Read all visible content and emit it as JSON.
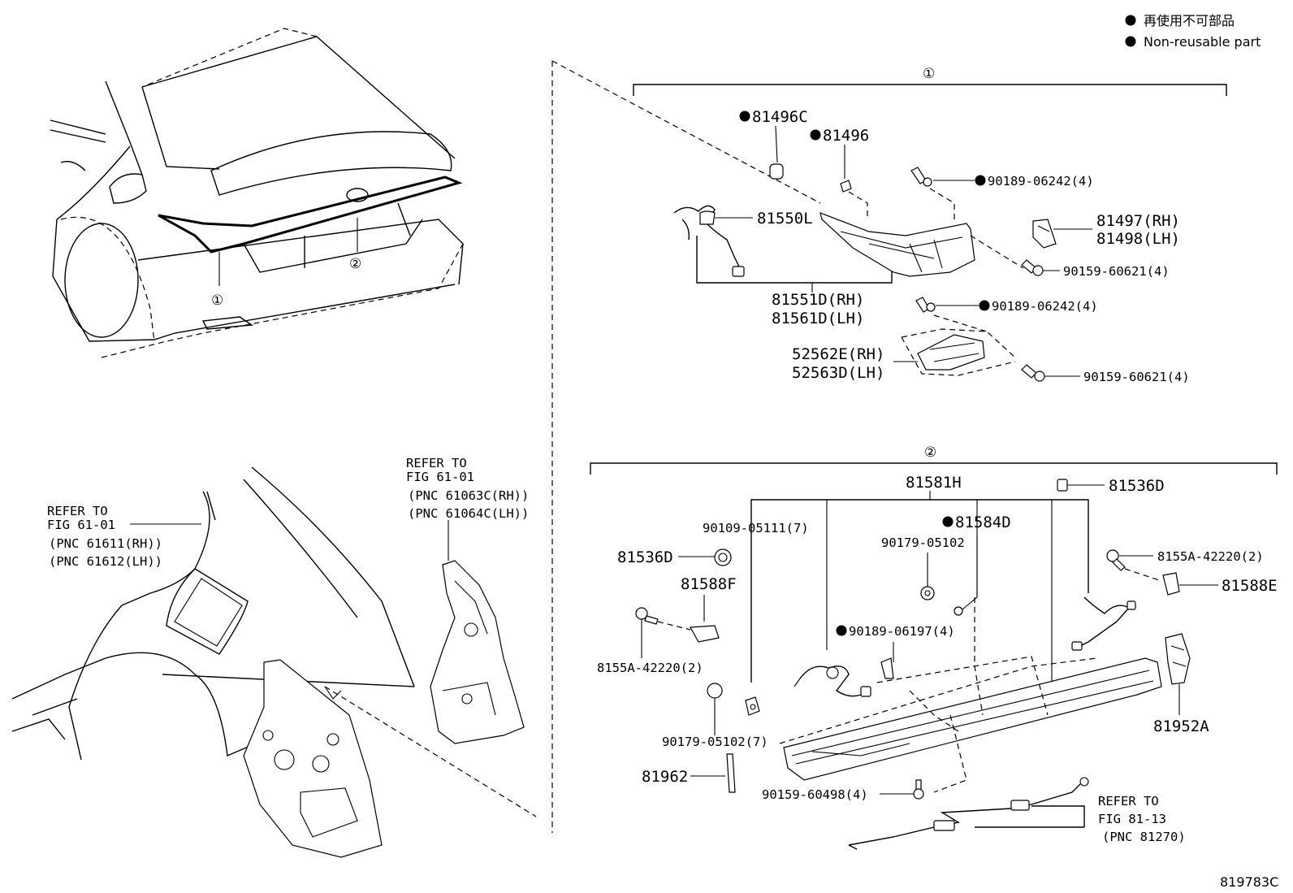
{
  "legend": {
    "line1": "再使用不可部品",
    "line2": "Non-reusable part"
  },
  "figure_id": "819783C",
  "callouts": {
    "c1": "①",
    "c2": "②"
  },
  "labels": {
    "p81496C": "81496C",
    "p81496": "81496",
    "p90189_06242_a": "90189-06242(4)",
    "p81550L": "81550L",
    "p81497": "81497(RH)",
    "p81498": "81498(LH)",
    "p90159_60621_a": "90159-60621(4)",
    "p81551D": "81551D(RH)",
    "p81561D": "81561D(LH)",
    "p90189_06242_b": "90189-06242(4)",
    "p52562E": "52562E(RH)",
    "p52563D": "52563D(LH)",
    "p90159_60621_b": "90159-60621(4)",
    "p81581H": "81581H",
    "p81536D_a": "81536D",
    "p90109_05111": "90109-05111(7)",
    "p81584D": "81584D",
    "p90179_05102": "90179-05102",
    "p8155A_a": "8155A-42220(2)",
    "p81536D_b": "81536D",
    "p81588F": "81588F",
    "p81588E": "81588E",
    "p90189_06197": "90189-06197(4)",
    "p8155A_b": "8155A-42220(2)",
    "p81952A": "81952A",
    "p90179_05102_7": "90179-05102(7)",
    "p81962": "81962",
    "p90159_60498": "90159-60498(4)"
  },
  "refs": {
    "ref1": {
      "l1": "REFER TO",
      "l2": "FIG 61-01",
      "l3": "(PNC 61611(RH))",
      "l4": "(PNC 61612(LH))"
    },
    "ref2": {
      "l1": "REFER TO",
      "l2": "FIG 61-01",
      "l3": "(PNC 61063C(RH))",
      "l4": "(PNC 61064C(LH))"
    },
    "ref3": {
      "l1": "REFER TO",
      "l2": "FIG 81-13",
      "l3": "(PNC 81270)"
    }
  }
}
